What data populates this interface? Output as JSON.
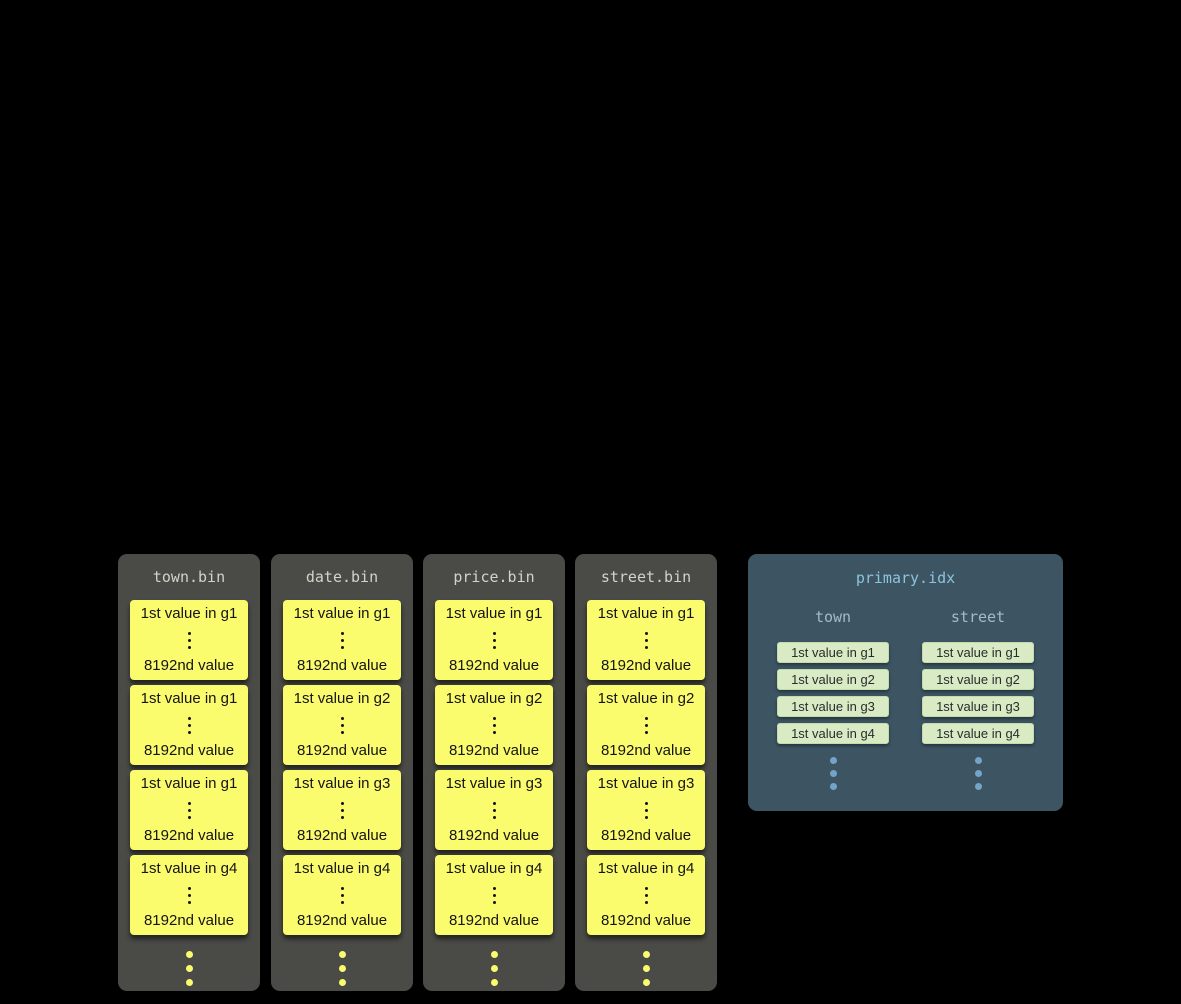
{
  "bin_files": [
    {
      "title": "town.bin",
      "granules": [
        {
          "first": "1st value in g1",
          "last": "8192nd value"
        },
        {
          "first": "1st value in g1",
          "last": "8192nd value"
        },
        {
          "first": "1st value in g1",
          "last": "8192nd value"
        },
        {
          "first": "1st value in g4",
          "last": "8192nd value"
        }
      ]
    },
    {
      "title": "date.bin",
      "granules": [
        {
          "first": "1st value in g1",
          "last": "8192nd value"
        },
        {
          "first": "1st value in g2",
          "last": "8192nd value"
        },
        {
          "first": "1st value in g3",
          "last": "8192nd value"
        },
        {
          "first": "1st value in g4",
          "last": "8192nd value"
        }
      ]
    },
    {
      "title": "price.bin",
      "granules": [
        {
          "first": "1st value in g1",
          "last": "8192nd value"
        },
        {
          "first": "1st value in g2",
          "last": "8192nd value"
        },
        {
          "first": "1st value in g3",
          "last": "8192nd value"
        },
        {
          "first": "1st value in g4",
          "last": "8192nd value"
        }
      ]
    },
    {
      "title": "street.bin",
      "granules": [
        {
          "first": "1st value in g1",
          "last": "8192nd value"
        },
        {
          "first": "1st value in g2",
          "last": "8192nd value"
        },
        {
          "first": "1st value in g3",
          "last": "8192nd value"
        },
        {
          "first": "1st value in g4",
          "last": "8192nd value"
        }
      ]
    }
  ],
  "index": {
    "title": "primary.idx",
    "columns": [
      {
        "header": "town",
        "entries": [
          "1st value in g1",
          "1st value in g2",
          "1st value in g3",
          "1st value in g4"
        ]
      },
      {
        "header": "street",
        "entries": [
          "1st value in g1",
          "1st value in g2",
          "1st value in g3",
          "1st value in g4"
        ]
      }
    ]
  },
  "colors": {
    "background": "#000000",
    "bin_panel": "#4a4a46",
    "bin_title_text": "#d3d3ca",
    "granule_block": "#fbfb6e",
    "granule_text": "#141414",
    "index_panel": "#3d5563",
    "index_title_text": "#8dc3dc",
    "index_header_text": "#a7bac4",
    "index_chip": "#d8ebc5",
    "index_dots": "#74a4c8"
  }
}
